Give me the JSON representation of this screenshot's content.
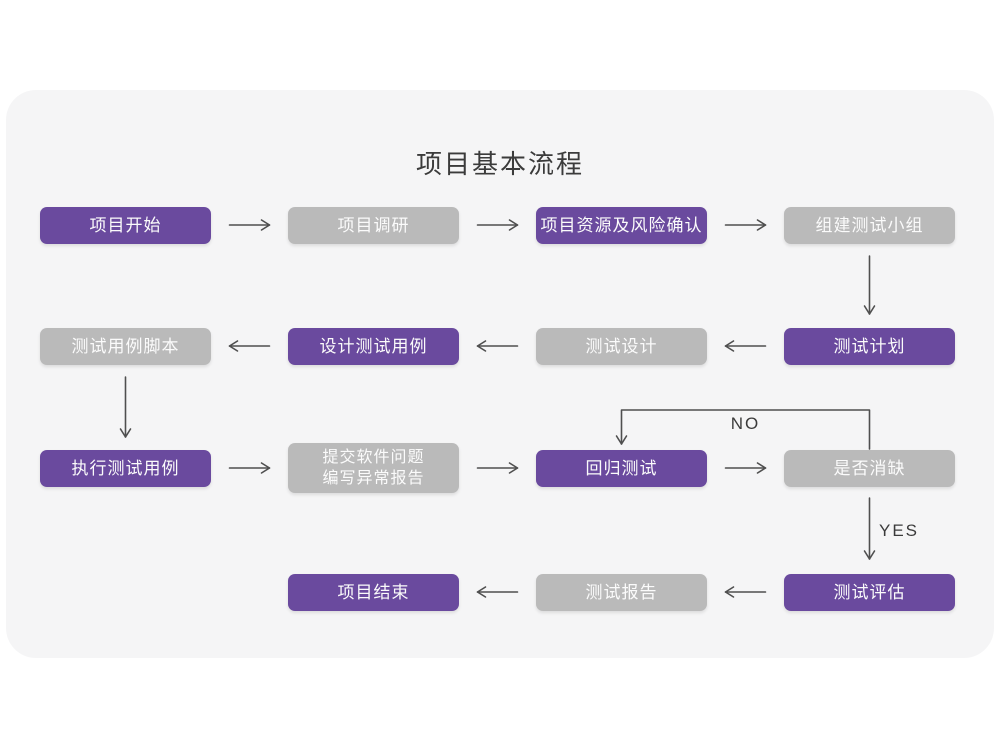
{
  "title": "项目基本流程",
  "connector_labels": {
    "no": "NO",
    "yes": "YES"
  },
  "colors": {
    "accent_purple": "#6a4a9e",
    "node_gray": "#bababa",
    "node_text": "#fbfbfb",
    "card_background": "#f5f5f6",
    "page_background": "#ffffff",
    "arrow": "#4f4f4f",
    "title_text": "#3b3b3b"
  },
  "nodes": [
    {
      "label": "项目开始",
      "type": "purple"
    },
    {
      "label": "项目调研",
      "type": "gray"
    },
    {
      "label": "项目资源及风险确认",
      "type": "purple"
    },
    {
      "label": "组建测试小组",
      "type": "gray"
    },
    {
      "label": "测试用例脚本",
      "type": "gray"
    },
    {
      "label": "设计测试用例",
      "type": "purple"
    },
    {
      "label": "测试设计",
      "type": "gray"
    },
    {
      "label": "测试计划",
      "type": "purple"
    },
    {
      "label": "执行测试用例",
      "type": "purple"
    },
    {
      "label": "提交软件问题\n编写异常报告",
      "type": "gray"
    },
    {
      "label": "回归测试",
      "type": "purple"
    },
    {
      "label": "是否消缺",
      "type": "gray"
    },
    {
      "label": "项目结束",
      "type": "purple"
    },
    {
      "label": "测试报告",
      "type": "gray"
    },
    {
      "label": "测试评估",
      "type": "purple"
    }
  ]
}
